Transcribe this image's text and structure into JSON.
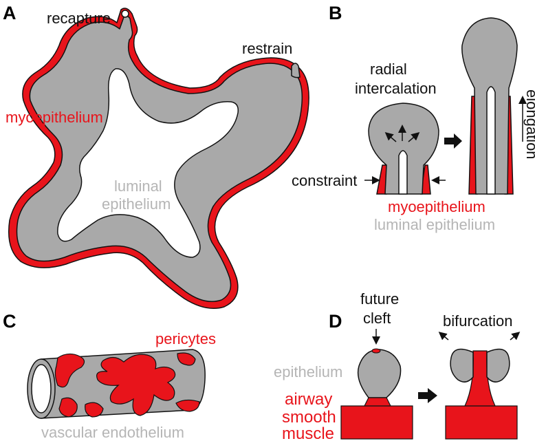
{
  "colors": {
    "myoepithelium": "#e8141b",
    "luminal_epithelium": "#a9a9a9",
    "outline": "#111111",
    "background": "#ffffff"
  },
  "panels": {
    "A": {
      "letter": "A",
      "labels": {
        "recapture": "recapture",
        "restrain": "restrain",
        "myoepithelium": "myoepithelium",
        "luminal_1": "luminal",
        "luminal_2": "epithelium"
      }
    },
    "B": {
      "letter": "B",
      "labels": {
        "radial_1": "radial",
        "radial_2": "intercalation",
        "constraint": "constraint",
        "elongation": "elongation",
        "myoepithelium": "myoepithelium",
        "luminal": "luminal epithelium"
      }
    },
    "C": {
      "letter": "C",
      "labels": {
        "pericytes": "pericytes",
        "vascular": "vascular endothelium"
      }
    },
    "D": {
      "letter": "D",
      "labels": {
        "future_1": "future",
        "future_2": "cleft",
        "bifurcation": "bifurcation",
        "epithelium": "epithelium",
        "airway_1": "airway",
        "airway_2": "smooth",
        "airway_3": "muscle"
      }
    }
  },
  "icons": [
    "arrow-right-icon",
    "arrow-up-icon",
    "arrow-down-icon",
    "arrow-diagonal-icon"
  ]
}
